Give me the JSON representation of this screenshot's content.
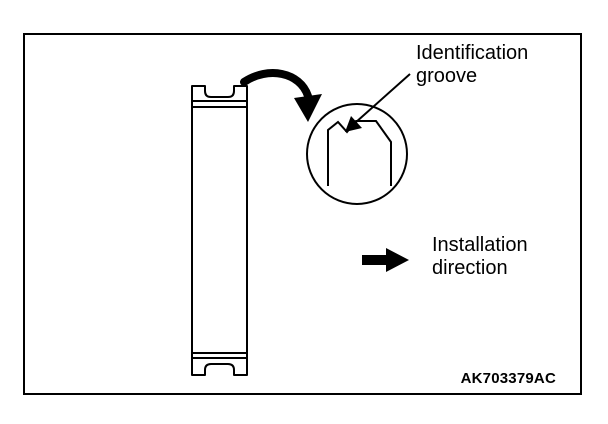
{
  "diagram": {
    "callout_label": [
      "Identification",
      "groove"
    ],
    "legend_label": [
      "Installation",
      "direction"
    ],
    "figure_code": "AK703379AC"
  },
  "icons": {
    "curved_pointer": "curved-arrow-icon",
    "direction_marker": "right-arrow-icon"
  },
  "colors": {
    "ink": "#000000",
    "paper": "#ffffff"
  }
}
